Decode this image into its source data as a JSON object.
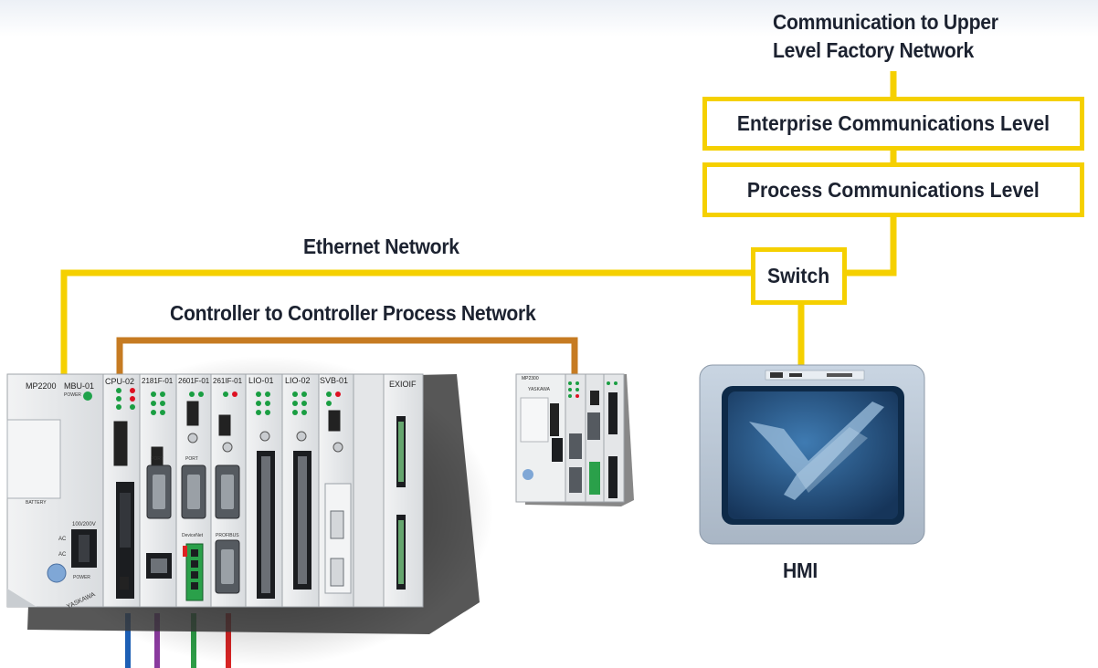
{
  "labels": {
    "upper_line1": "Communication to Upper",
    "upper_line2": "Level Factory Network",
    "enterprise": "Enterprise Communications Level",
    "process": "Process Communications Level",
    "ethernet": "Ethernet Network",
    "switch": "Switch",
    "controller_network": "Controller to Controller Process Network",
    "hmi": "HMI"
  },
  "plc_main": {
    "model": "MP2200",
    "power_module": "MBU-01",
    "power_led": "POWER",
    "battery": "BATTERY",
    "voltage": "100/200V",
    "ac1": "AC",
    "ac2": "AC",
    "power_label": "POWER",
    "brand": "YASKAWA",
    "slots": [
      "CPU-02",
      "2181F-01",
      "2601F-01",
      "261IF-01",
      "LIO-01",
      "LIO-02",
      "SVB-01",
      "EXIOIF"
    ],
    "port": "PORT",
    "devicenet": "DeviceNet",
    "profibus": "PROFIBUS"
  },
  "plc_small": {
    "model": "MP2300",
    "brand": "YASKAWA"
  },
  "colors": {
    "yellow": "#f5d000",
    "orange": "#c67b22",
    "cable_blue": "#1d5fb5",
    "cable_purple": "#8a3a9e",
    "cable_green": "#2d9c46",
    "cable_red": "#d82424"
  }
}
